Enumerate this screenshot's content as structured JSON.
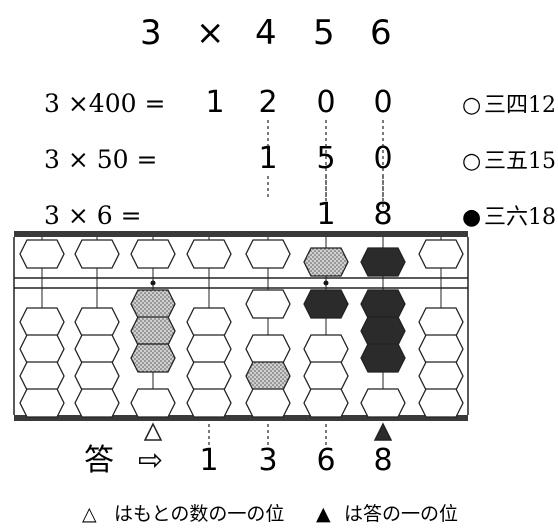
{
  "problem": {
    "a": "3",
    "op": "×",
    "b": [
      "4",
      "5",
      "6"
    ]
  },
  "steps": [
    {
      "label": "3 ×400 =",
      "digits": [
        "1",
        "2",
        "0",
        "0"
      ],
      "marker": "○",
      "note": "三四12"
    },
    {
      "label": "3 × 50 =",
      "digits": [
        "",
        "1",
        "5",
        "0"
      ],
      "marker": "○",
      "note": "三五15"
    },
    {
      "label": "3 ×   6 =",
      "digits": [
        "",
        "",
        "1",
        "8"
      ],
      "marker": "●",
      "note": "三六18"
    }
  ],
  "abacus": {
    "rods": 8,
    "upper_state": [
      "plain",
      "plain",
      "plain",
      "plain",
      "plain",
      "dotted",
      "dark",
      "plain"
    ],
    "lower_state": [
      [
        "plain",
        "plain",
        "plain",
        "plain"
      ],
      [
        "plain",
        "plain",
        "plain",
        "plain"
      ],
      [
        "dotted",
        "dotted",
        "dotted",
        "plain"
      ],
      [
        "plain",
        "plain",
        "plain",
        "plain"
      ],
      [
        "plain",
        "plain",
        "dotted",
        "plain"
      ],
      [
        "dark",
        "plain",
        "plain",
        "plain"
      ],
      [
        "dark",
        "dark",
        "dark",
        "plain"
      ],
      [
        "plain",
        "plain",
        "plain",
        "plain"
      ]
    ],
    "colors": {
      "dark": "#2b2b2b",
      "dotted": "#b8b8b8",
      "plain": "#ffffff"
    }
  },
  "answer": {
    "label": "答",
    "arrow": "⇨",
    "digits": [
      "1",
      "3",
      "6",
      "8"
    ]
  },
  "legend": [
    {
      "marker": "△",
      "text": "はもとの数の一の位"
    },
    {
      "marker": "▲",
      "text": "は答の一の位"
    }
  ]
}
